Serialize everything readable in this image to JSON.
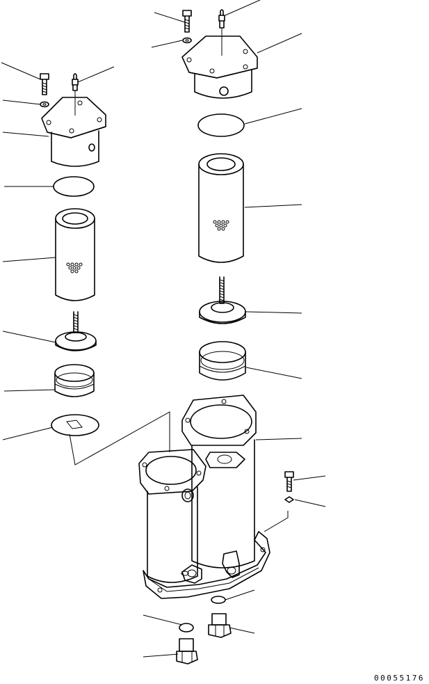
{
  "figure": {
    "drawing_number": "00055176"
  },
  "parts": [
    "bolt",
    "washer",
    "grease-fitting",
    "filter-cover",
    "o-ring",
    "filter-element",
    "spring-seat",
    "spring",
    "valve-plate",
    "filter-case",
    "drain-plug",
    "pipe-elbow"
  ]
}
